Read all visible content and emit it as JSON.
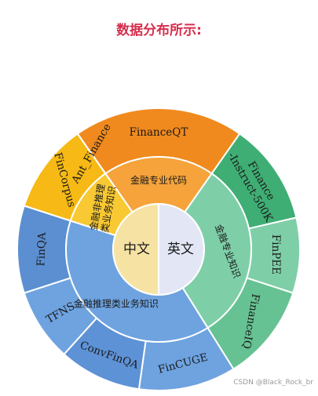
{
  "header": {
    "title": "数据分布所示:"
  },
  "watermark": "CSDN @Black_Rock_br",
  "colors": {
    "orange": "#f08a1e",
    "orange_light": "#f5a33a",
    "yellow": "#f6b915",
    "yellow_light": "#f9c933",
    "green": "#3fae74",
    "green_light": "#7ecfa8",
    "green_mid": "#66c292",
    "blue": "#5b8fd1",
    "blue_light": "#6ea3e0",
    "blue_mid": "#5e92d6",
    "core_left": "#f6e3a4",
    "core_right": "#e3e7f5"
  },
  "diagram": {
    "core": [
      {
        "label": "中文",
        "color_key": "core_left"
      },
      {
        "label": "英文",
        "color_key": "core_right"
      }
    ],
    "middle": [
      {
        "label": "金融专业代码",
        "color_key": "orange_light"
      },
      {
        "label": "金融专业知识",
        "color_key": "green_light"
      },
      {
        "label": "金融推理类业务知识",
        "color_key": "blue_light"
      },
      {
        "label_lines": [
          "金融非推理",
          "类业务知识"
        ],
        "color_key": "yellow_light"
      }
    ],
    "outer": [
      {
        "label": "FinanceQT",
        "color_key": "orange"
      },
      {
        "label_lines": [
          "Finance",
          "-Instruct-500K"
        ],
        "color_key": "green"
      },
      {
        "label": "FinPEE",
        "color_key": "green_light"
      },
      {
        "label": "FinanceIQ",
        "color_key": "green_mid"
      },
      {
        "label": "FinCUGE",
        "color_key": "blue_light"
      },
      {
        "label": "ConvFinQA",
        "color_key": "blue_mid"
      },
      {
        "label": "TFNS",
        "color_key": "blue_light"
      },
      {
        "label": "FinQA",
        "color_key": "blue"
      },
      {
        "label": "FinCorpus",
        "color_key": "yellow"
      },
      {
        "label": "Ant_Finance",
        "color_key": "yellow"
      }
    ]
  }
}
